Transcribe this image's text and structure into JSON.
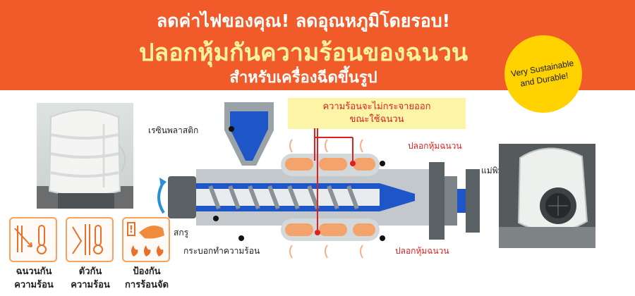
{
  "banner": {
    "headline_1": "ลดค่าไฟของคุณ! ลดอุณหภูมิโดยรอบ!",
    "headline_2": "ปลอกหุ้มกันความร้อนของฉนวน",
    "headline_3": "สำหรับเครื่องฉีดขึ้นรูป",
    "badge": "Very Sustainable and Durable!",
    "color": "#f15a29"
  },
  "diagram": {
    "callout": "ความร้อนจะไม่กระจายออก\nขณะใช้ฉนวน",
    "resin_label": "เรซินพลาสติก",
    "jacket_label_top": "ปลอกหุ้มฉนวน",
    "mold_label": "แม่พิมพ์",
    "screw_label": "สกรู",
    "heater_label": "กระบอกทำความร้อน",
    "jacket_label_bottom": "ปลอกหุ้มฉนวน"
  },
  "features": [
    {
      "label": "ฉนวนกัน\nความร้อน",
      "icon": "thermometer-arrow-icon"
    },
    {
      "label": "ตัวกัน\nความร้อน",
      "icon": "heat-block-icon"
    },
    {
      "label": "ป้องกัน\nการร้อนจัด",
      "icon": "hand-flame-warning-icon"
    }
  ],
  "colors": {
    "accent": "#f15a29",
    "callout_text": "#e02020",
    "barrel": "#1a4fb0",
    "heater": "#f4a36a"
  }
}
